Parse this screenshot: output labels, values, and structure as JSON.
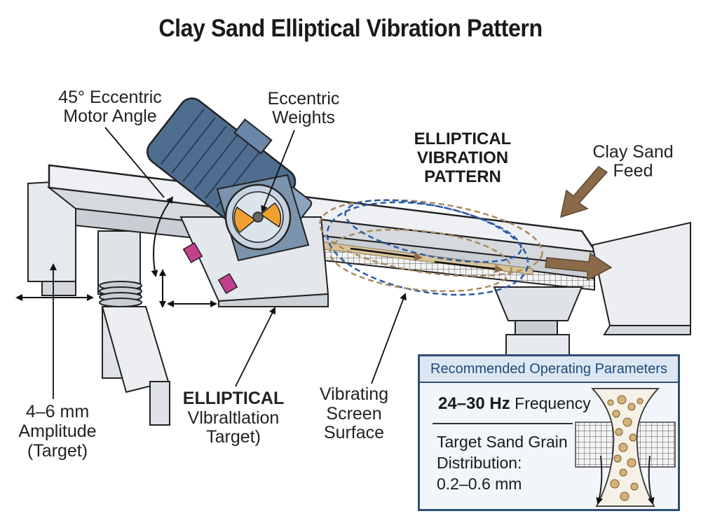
{
  "title": "Clay Sand Elliptical Vibration Pattern",
  "labels": {
    "motor_angle": [
      "45° Eccentric",
      "Motor Angle"
    ],
    "eccentric_weights": [
      "Eccentric",
      "Weights"
    ],
    "elliptical_pattern": [
      "ELLIPTICAL",
      "VIBRATION",
      "PATTERN"
    ],
    "clay_sand_feed": [
      "Clay Sand",
      "Feed"
    ],
    "amplitude": [
      "4–6 mm",
      "Amplitude",
      "(Target)"
    ],
    "elliptical_target": [
      "ELLIPTICAL",
      "Vlbraltlation",
      "Target)"
    ],
    "screen_surface": [
      "Vibrating",
      "Screen",
      "Surface"
    ]
  },
  "panel": {
    "heading": "Recommended Operating Parameters",
    "frequency_value": "24–30 Hz",
    "frequency_label": "Frequency",
    "distribution_lines": [
      "Target Sand Grain",
      "Distribution:",
      "0.2–0.6 mm"
    ]
  },
  "colors": {
    "motor": "#4f6d8f",
    "frame": "#e4e7eb",
    "orbit_blue": "#2a5aa8",
    "orbit_tan": "#a88a5e",
    "flow_arrow": "#8a6a48",
    "weights": "#f0a030",
    "clamps": "#c2408c",
    "panel_border": "#2f4f74"
  },
  "icons": [
    "eccentric-motor-icon",
    "eccentric-weight-icon",
    "feed-arrow-icon",
    "discharge-arrow-icon",
    "mesh-icon",
    "sand-grain-icon"
  ]
}
